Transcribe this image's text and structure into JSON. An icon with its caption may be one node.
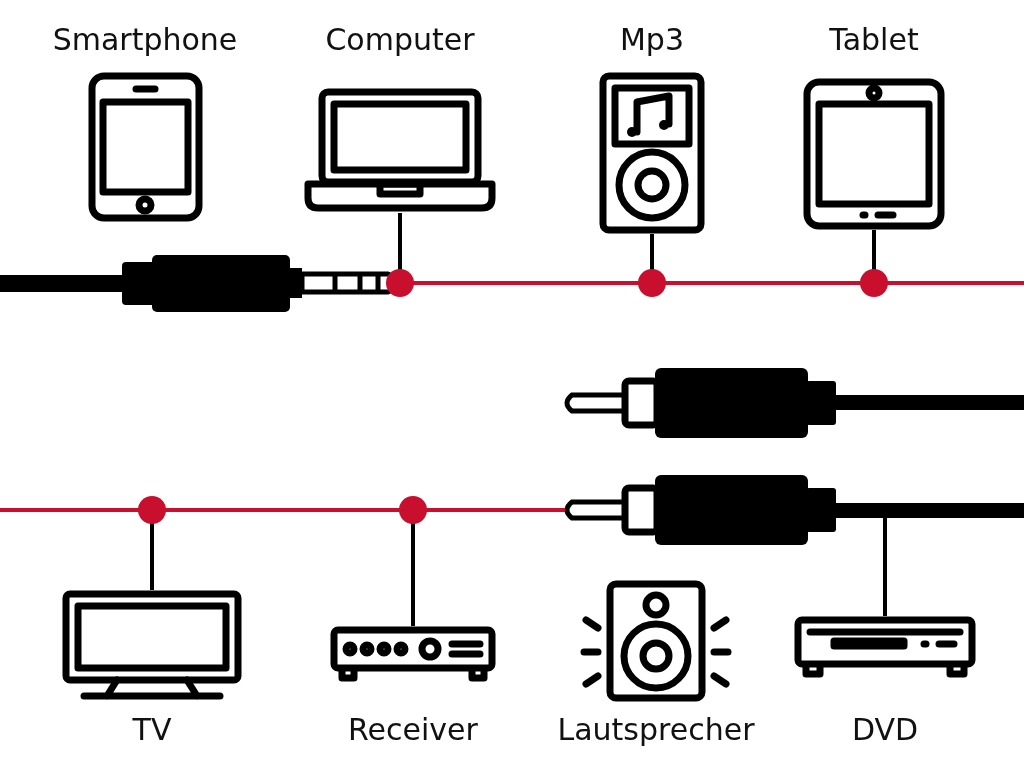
{
  "diagram": {
    "nodes": [
      {
        "text": [
          "Smartphone"
        ]
      },
      {
        "text": [
          "Computer"
        ]
      },
      {
        "text": [
          "Mp3"
        ]
      },
      {
        "text": [
          "Tablet"
        ]
      },
      {
        "text": [
          "TV"
        ]
      },
      {
        "text": [
          "Receiver"
        ]
      },
      {
        "text": [
          "Lautsprecher"
        ]
      },
      {
        "text": [
          "DVD"
        ]
      },
      {
        "text": [],
        "shape": "cable"
      },
      {
        "text": [],
        "shape": "cable"
      },
      {
        "text": [],
        "shape": "cable"
      }
    ],
    "edges": [
      {
        "from": 1,
        "to": 8,
        "arrow": "other"
      },
      {
        "from": 2,
        "to": 8,
        "arrow": "other"
      },
      {
        "from": 3,
        "to": 8,
        "arrow": "other"
      },
      {
        "from": 4,
        "to": 9,
        "arrow": "other"
      },
      {
        "from": 5,
        "to": 9,
        "arrow": "other"
      },
      {
        "from": 7,
        "to": 10,
        "arrow": "none"
      }
    ]
  }
}
